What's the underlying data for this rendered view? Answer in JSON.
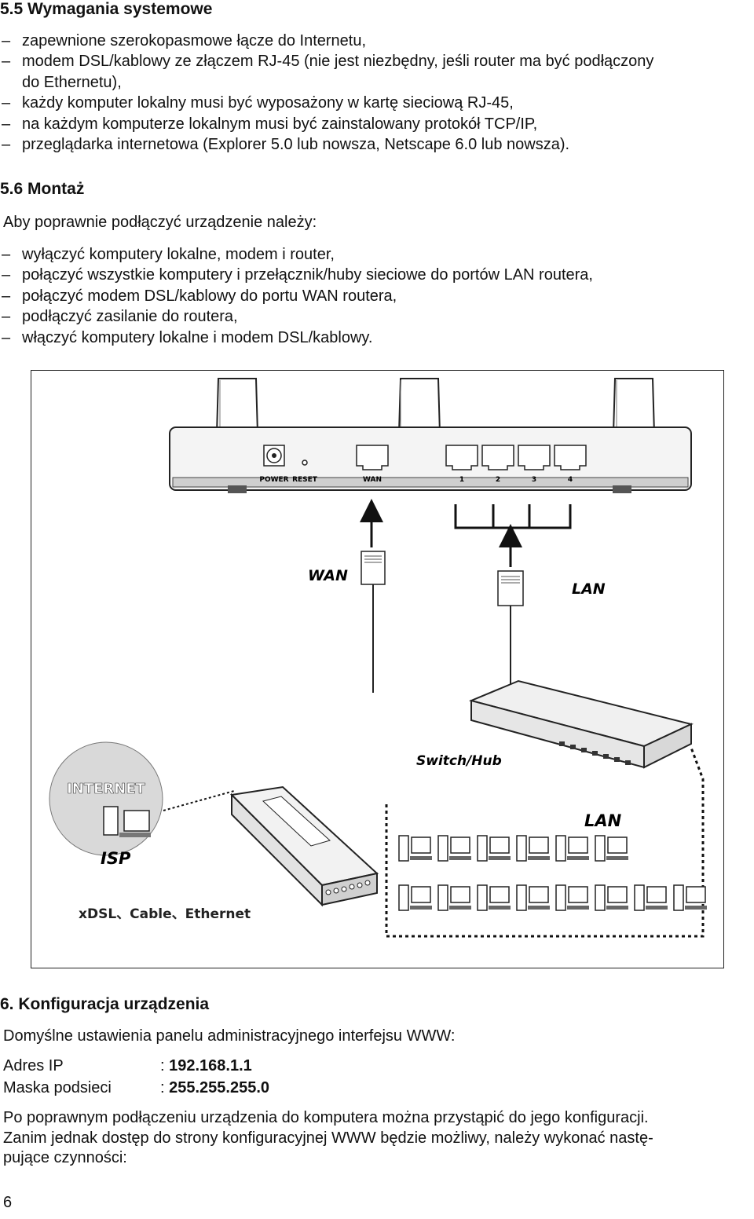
{
  "section_55": {
    "title": "5.5 Wymagania systemowe",
    "items": [
      "zapewnione szerokopasmowe łącze do Internetu,",
      "modem DSL/kablowy ze złączem RJ-45 (nie jest niezbędny, jeśli router ma być podłączony",
      "do Ethernetu),",
      "każdy komputer lokalny musi być wyposażony w kartę sieciową RJ-45,",
      "na każdym komputerze lokalnym musi być zainstalowany protokół TCP/IP,",
      "przeglądarka internetowa (Explorer 5.0 lub nowsza, Netscape 6.0 lub nowsza)."
    ]
  },
  "section_56": {
    "title": "5.6 Montaż",
    "intro": "Aby poprawnie podłączyć urządzenie należy:",
    "items": [
      "wyłączyć komputery lokalne, modem i router,",
      "połączyć wszystkie komputery i przełącznik/huby sieciowe do portów LAN routera,",
      "połączyć modem DSL/kablowy do portu WAN routera,",
      "podłączyć zasilanie do routera,",
      "włączyć komputery lokalne i modem DSL/kablowy."
    ]
  },
  "diagram": {
    "port_labels": [
      "POWER",
      "RESET",
      "WAN",
      "1",
      "2",
      "3",
      "4"
    ],
    "wan_label": "WAN",
    "lan_label_top": "LAN",
    "switch_label": "Switch/Hub",
    "internet_label": "INTERNET",
    "isp_label": "ISP",
    "lan_label_bottom": "LAN",
    "modem_label": "xDSL、Cable、Ethernet"
  },
  "section_6": {
    "title": "6. Konfiguracja urządzenia",
    "intro": "Domyślne ustawienia panelu administracyjnego interfejsu WWW:",
    "settings": [
      {
        "key": "Adres IP",
        "value": "192.168.1.1"
      },
      {
        "key": "Maska podsieci",
        "value": "255.255.255.0"
      }
    ],
    "outro_lines": [
      "Po poprawnym podłączeniu urządzenia do komputera można przystąpić do jego konfiguracji.",
      "Zanim jednak dostęp do strony konfiguracyjnej WWW będzie możliwy, należy wykonać nastę-",
      "pujące czynności:"
    ]
  },
  "page_number": "6",
  "dash": "–"
}
